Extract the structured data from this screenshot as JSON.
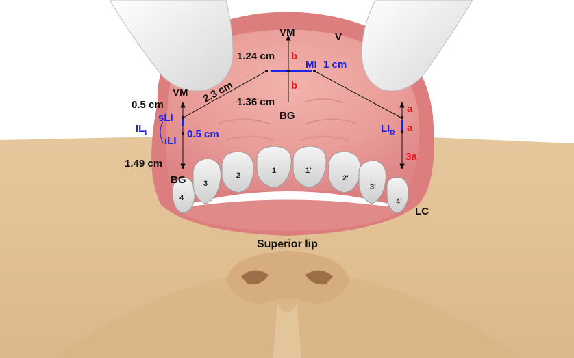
{
  "labels": {
    "vm_top": "VM",
    "v": "V",
    "d_1_24": "1.24 cm",
    "b_upper": "b",
    "ml": "MI",
    "ml_1cm": "1 cm",
    "b_lower": "b",
    "d_2_3": "2.3 cm",
    "d_1_36": "1.36 cm",
    "bg_center": "BG",
    "vm_left": "VM",
    "d_0_5": "0.5 cm",
    "il": "IL",
    "il_sub": "L",
    "sli": "sLI",
    "ili": "iLI",
    "d_0_5_blue": "0.5 cm",
    "d_1_49": "1.49 cm",
    "bg_left": "BG",
    "a1": "a",
    "a2": "a",
    "a3": "3a",
    "li": "LI",
    "li_sub": "R",
    "lc": "LC",
    "superior_lip": "Superior lip"
  },
  "teeth": [
    "1",
    "1'",
    "2",
    "2'",
    "3",
    "3'",
    "4",
    "4'"
  ],
  "colors": {
    "skin": "#e2c296",
    "skin_shadow": "#cfa97c",
    "gum": "#e2878a",
    "gum_light": "#f0b2ae",
    "lip": "#dc7d7e",
    "tooth": "#e9e9e9",
    "glove": "#f2f2f2",
    "red": "#e8141c",
    "blue": "#1a22e6"
  }
}
